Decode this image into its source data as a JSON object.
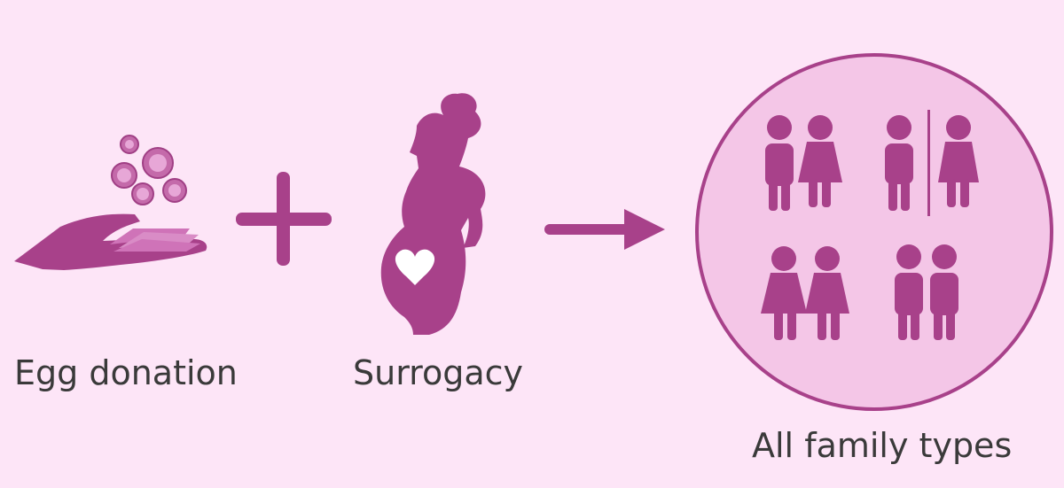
{
  "labels": {
    "egg_donation": "Egg donation",
    "surrogacy": "Surrogacy",
    "all_family_types": "All family types"
  },
  "colors": {
    "background": "#fde5f7",
    "primary": "#b0498f",
    "circle_fill": "#f4c6e7",
    "text": "#3a3a3a"
  },
  "icons": {
    "left": "hand-with-eggs-icon",
    "operator": "plus-icon",
    "middle": "pregnant-woman-icon",
    "connector": "arrow-right-icon",
    "right": "family-types-circle-icon"
  }
}
